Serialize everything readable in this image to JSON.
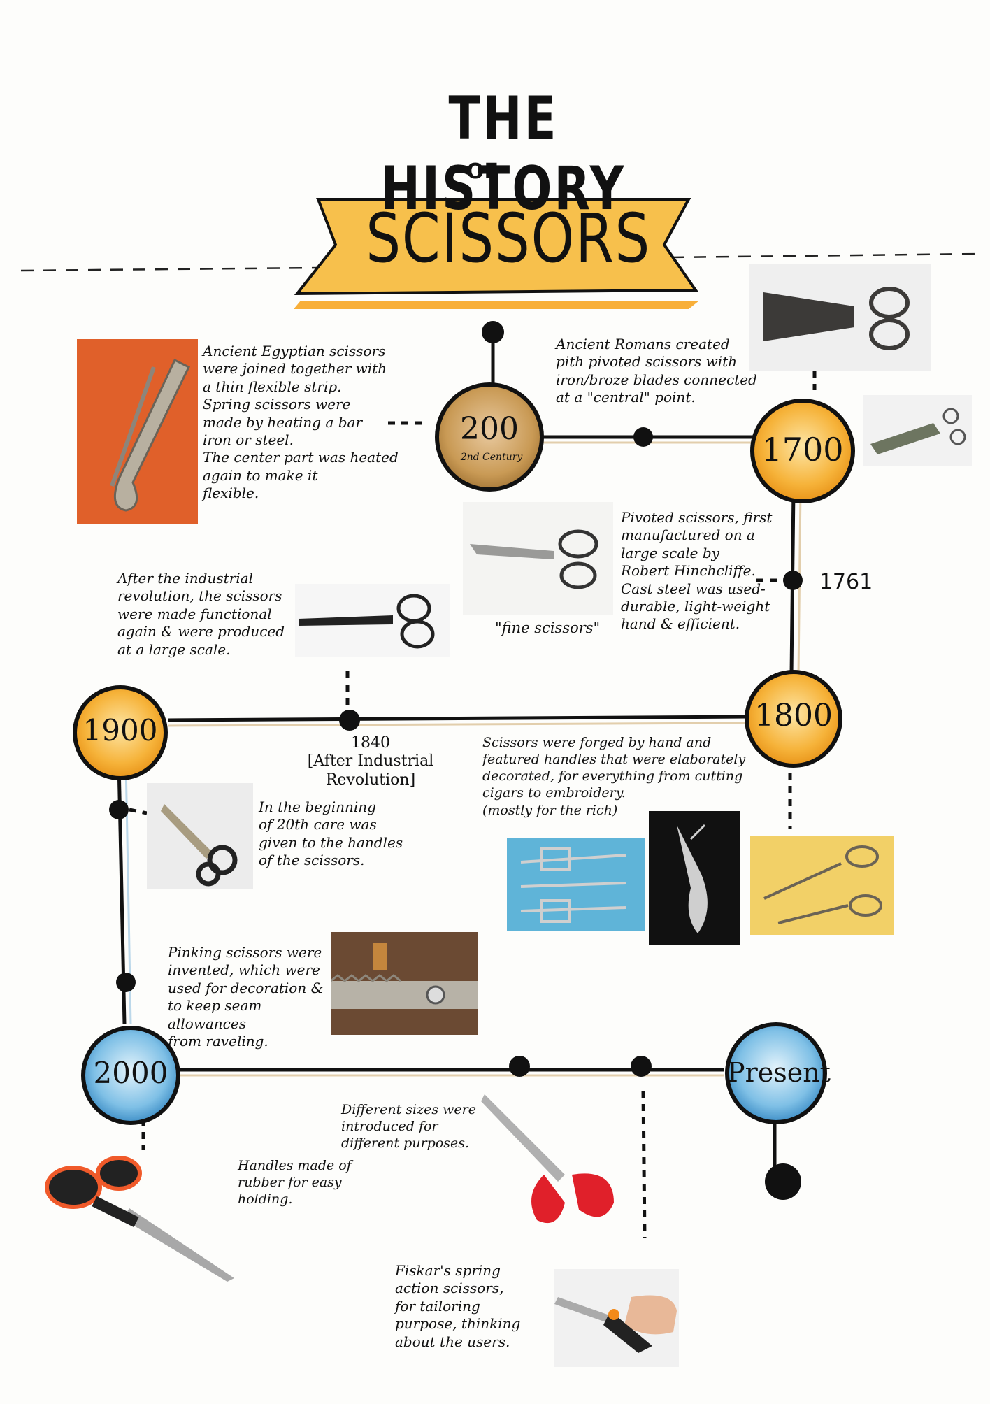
{
  "title": {
    "line1": "THE HISTORY",
    "of": "OF",
    "banner": "SCISSORS"
  },
  "colors": {
    "banner": "#f4b84a",
    "node_orange": "#f5a623",
    "node_brown": "#c99a55",
    "node_blue": "#6fb7e0",
    "line": "#111111"
  },
  "nodes": {
    "n200": {
      "label": "200",
      "sub": "2nd Century"
    },
    "n1700": {
      "label": "1700"
    },
    "n1800": {
      "label": "1800"
    },
    "n1900": {
      "label": "1900"
    },
    "n2000": {
      "label": "2000"
    },
    "present": {
      "label": "Present"
    }
  },
  "markers": {
    "m1761": "1761",
    "m1840": "1840\n[After Industrial\nRevolution]",
    "fine": "\"fine scissors\""
  },
  "notes": {
    "egyptian": "Ancient Egyptian scissors\nwere joined together with\na thin flexible strip.\nSpring scissors were\nmade by heating a bar\niron or steel.\nThe center part was heated\nagain to make it\nflexible.",
    "roman": "Ancient Romans created\npith pivoted scissors with\niron/broze blades connected\nat a \"central\" point.",
    "hinchliffe": "Pivoted scissors, first\nmanufactured on a\nlarge scale by\nRobert Hinchcliffe.\nCast steel was used-\ndurable, light-weight\nhand & efficient.",
    "industrial": "After the industrial\nrevolution, the scissors\nwere made functional\nagain & were produced\nat a large scale.",
    "forged": "Scissors were forged by hand and\nfeatured handles that were elaborately\ndecorated, for everything from cutting\ncigars to embroidery.\n(mostly for the rich)",
    "century20": "In the beginning\nof 20th care was\ngiven to the handles\nof the scissors.",
    "pinking": "Pinking scissors were\ninvented, which were\nused for decoration &\nto keep seam allowances\nfrom raveling.",
    "sizes": "Different sizes were\nintroduced for\ndifferent purposes.",
    "rubber": "Handles made of\nrubber for easy\nholding.",
    "fiskars": "Fiskar's spring\naction scissors,\nfor tailoring\npurpose, thinking\nabout the users."
  }
}
